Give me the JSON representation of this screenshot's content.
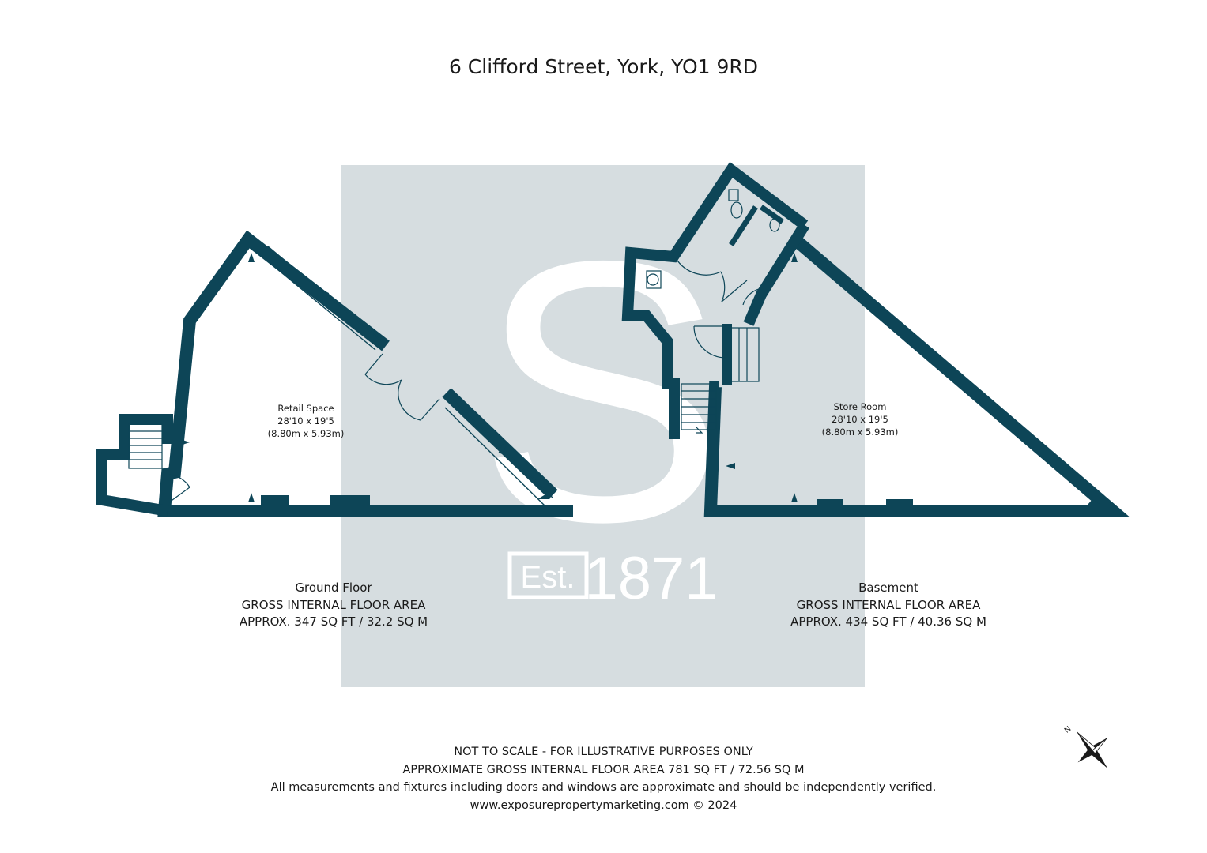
{
  "title": "6 Clifford Street, York, YO1 9RD",
  "watermark": {
    "letter": "S",
    "est_label": "Est.",
    "year": "1871"
  },
  "ground_floor": {
    "room": {
      "name": "Retail Space",
      "dimensions_imperial": "28'10 x 19'5",
      "dimensions_metric": "(8.80m x 5.93m)"
    },
    "floor_name": "Ground Floor",
    "area_heading": "GROSS INTERNAL FLOOR AREA",
    "area_value": "APPROX. 347 SQ FT / 32.2 SQ M"
  },
  "basement": {
    "room": {
      "name": "Store Room",
      "dimensions_imperial": "28'10 x 19'5",
      "dimensions_metric": "(8.80m x 5.93m)"
    },
    "floor_name": "Basement",
    "area_heading": "GROSS INTERNAL FLOOR AREA",
    "area_value": "APPROX. 434 SQ FT / 40.36 SQ M"
  },
  "footer": {
    "line1": "NOT TO SCALE - FOR ILLUSTRATIVE PURPOSES ONLY",
    "line2": "APPROXIMATE GROSS INTERNAL FLOOR AREA 781 SQ FT / 72.56 SQ M",
    "line3": "All measurements and fixtures including doors and windows are approximate and should be independently verified.",
    "line4": "www.exposurepropertymarketing.com © 2024"
  },
  "compass": {
    "north_label": "N"
  },
  "colors": {
    "wall": "#0d4557",
    "watermark_bg": "#d6dde0",
    "watermark_fg": "#ffffff",
    "text": "#1a1a1a"
  }
}
